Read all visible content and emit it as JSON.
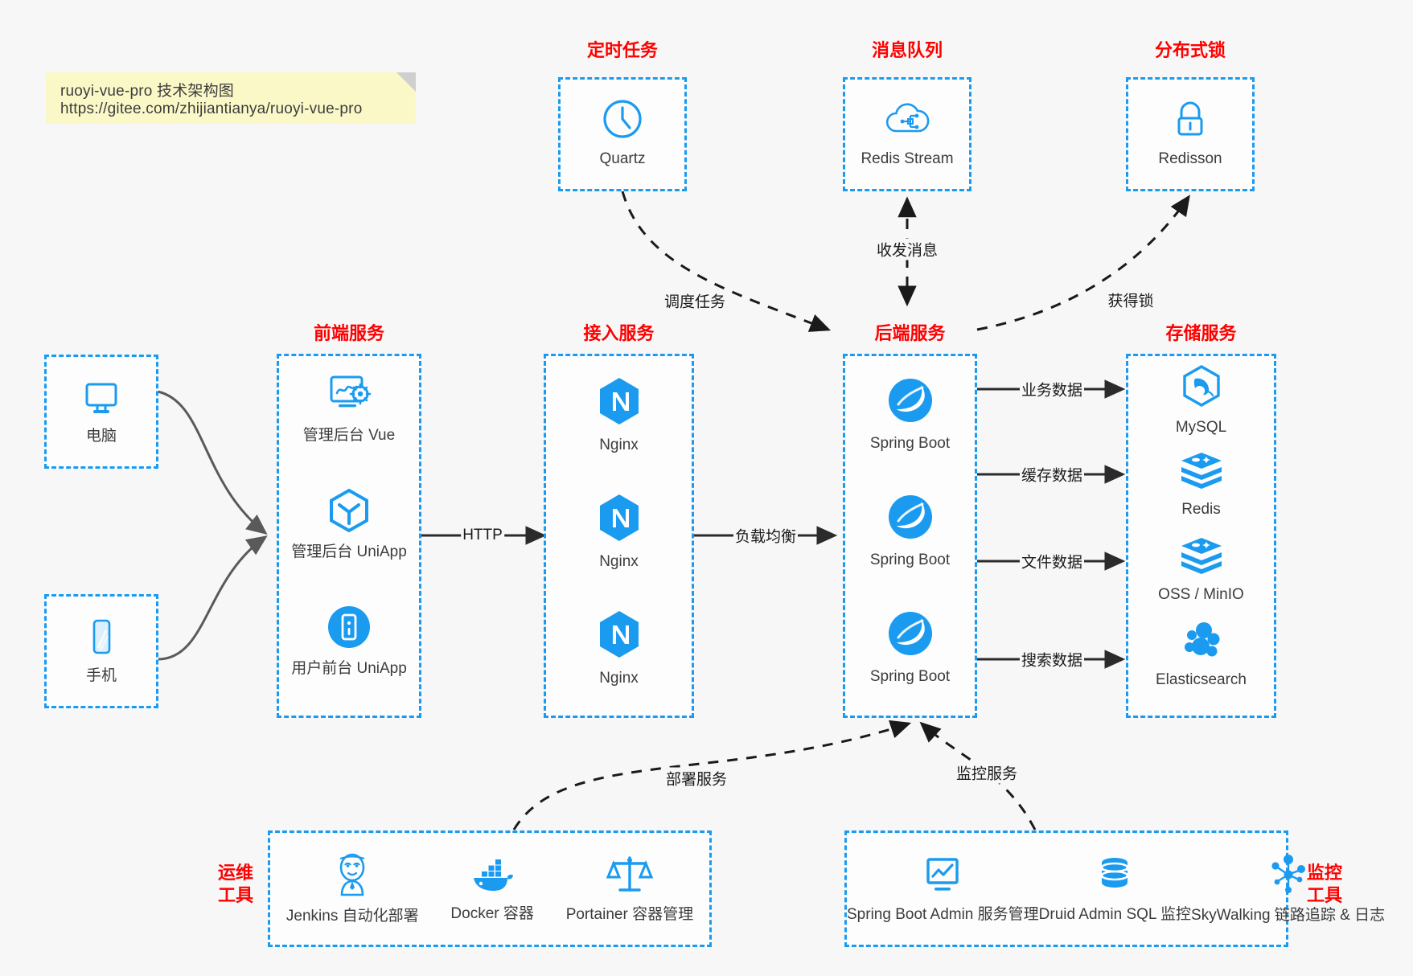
{
  "note": {
    "line1": "ruoyi-vue-pro 技术架构图",
    "line2": "https://gitee.com/zhijiantianya/ruoyi-vue-pro"
  },
  "colors": {
    "accent": "#1a9bf0",
    "title": "#ff0000",
    "text": "#3c3c3c",
    "edge": "#1a1a1a",
    "background": "#f7f7f7",
    "note_bg": "#fbf8c8"
  },
  "groups": {
    "scheduled_task": {
      "title": "定时任务",
      "nodes": [
        {
          "label": "Quartz",
          "icon": "clock-icon"
        }
      ]
    },
    "message_queue": {
      "title": "消息队列",
      "nodes": [
        {
          "label": "Redis Stream",
          "icon": "cloud-network-icon"
        }
      ]
    },
    "distributed_lock": {
      "title": "分布式锁",
      "nodes": [
        {
          "label": "Redisson",
          "icon": "padlock-icon"
        }
      ]
    },
    "clients": {
      "nodes": [
        {
          "label": "电脑",
          "icon": "desktop-monitor-icon"
        },
        {
          "label": "手机",
          "icon": "smartphone-icon"
        }
      ]
    },
    "frontend": {
      "title": "前端服务",
      "nodes": [
        {
          "label": "管理后台 Vue",
          "icon": "dashboard-gear-icon"
        },
        {
          "label": "管理后台 UniApp",
          "icon": "hexagon-cube-icon"
        },
        {
          "label": "用户前台 UniApp",
          "icon": "mobile-circle-icon"
        }
      ]
    },
    "gateway": {
      "title": "接入服务",
      "nodes": [
        {
          "label": "Nginx",
          "icon": "nginx-icon"
        },
        {
          "label": "Nginx",
          "icon": "nginx-icon"
        },
        {
          "label": "Nginx",
          "icon": "nginx-icon"
        }
      ]
    },
    "backend": {
      "title": "后端服务",
      "nodes": [
        {
          "label": "Spring Boot",
          "icon": "spring-boot-icon"
        },
        {
          "label": "Spring Boot",
          "icon": "spring-boot-icon"
        },
        {
          "label": "Spring Boot",
          "icon": "spring-boot-icon"
        }
      ]
    },
    "storage": {
      "title": "存储服务",
      "nodes": [
        {
          "label": "MySQL",
          "icon": "mysql-dolphin-icon"
        },
        {
          "label": "Redis",
          "icon": "redis-stack-icon"
        },
        {
          "label": "OSS / MinIO",
          "icon": "object-storage-icon"
        },
        {
          "label": "Elasticsearch",
          "icon": "elasticsearch-icon"
        }
      ]
    },
    "devops": {
      "title": "运维\n工具",
      "title_line1": "运维",
      "title_line2": "工具",
      "nodes": [
        {
          "label": "Jenkins",
          "sub": "自动化部署",
          "icon": "jenkins-butler-icon"
        },
        {
          "label": "Docker",
          "sub": "容器",
          "icon": "docker-whale-icon"
        },
        {
          "label": "Portainer",
          "sub": "容器管理",
          "icon": "portainer-scales-icon"
        }
      ]
    },
    "monitoring": {
      "title_line1": "监控",
      "title_line2": "工具",
      "nodes": [
        {
          "label": "Spring Boot Admin",
          "sub": "服务管理",
          "icon": "monitor-chart-icon"
        },
        {
          "label": "Druid Admin",
          "sub": "SQL 监控",
          "icon": "database-cylinder-icon"
        },
        {
          "label": "SkyWalking",
          "sub": "链路追踪 & 日志",
          "icon": "skywalking-node-icon"
        }
      ]
    }
  },
  "edges": [
    {
      "id": "http",
      "label": "HTTP"
    },
    {
      "id": "load-balance",
      "label": "负载均衡"
    },
    {
      "id": "schedule-task",
      "label": "调度任务"
    },
    {
      "id": "send-receive-message",
      "label": "收发消息"
    },
    {
      "id": "acquire-lock",
      "label": "获得锁"
    },
    {
      "id": "business-data",
      "label": "业务数据"
    },
    {
      "id": "cache-data",
      "label": "缓存数据"
    },
    {
      "id": "file-data",
      "label": "文件数据"
    },
    {
      "id": "search-data",
      "label": "搜索数据"
    },
    {
      "id": "deploy-service",
      "label": "部署服务"
    },
    {
      "id": "monitor-service",
      "label": "监控服务"
    }
  ]
}
